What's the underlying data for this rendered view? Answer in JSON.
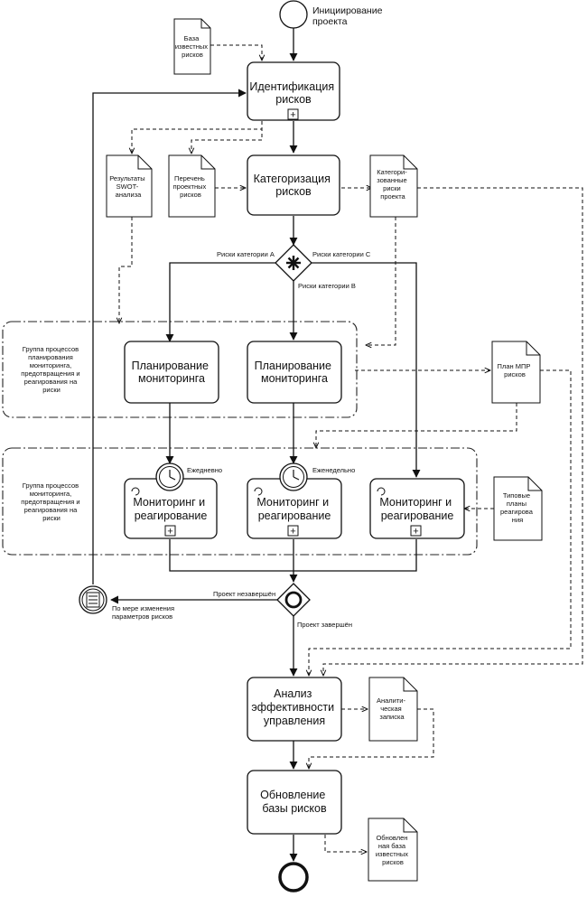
{
  "start_event": {
    "label_lines": [
      "Инициирование",
      "проекта"
    ]
  },
  "tasks": {
    "identification": {
      "lines": [
        "Идентификация",
        "рисков"
      ],
      "subprocess_marker": "+"
    },
    "categorization": {
      "lines": [
        "Категоризация",
        "рисков"
      ]
    },
    "planning_a": {
      "lines": [
        "Планирование",
        "мониторинга"
      ]
    },
    "planning_b": {
      "lines": [
        "Планирование",
        "мониторинга"
      ]
    },
    "monitor_a": {
      "lines": [
        "Мониторинг и",
        "реагирование"
      ],
      "subprocess_marker": "+"
    },
    "monitor_b": {
      "lines": [
        "Мониторинг и",
        "реагирование"
      ],
      "subprocess_marker": "+"
    },
    "monitor_c": {
      "lines": [
        "Мониторинг и",
        "реагирование"
      ],
      "subprocess_marker": "+"
    },
    "analysis": {
      "lines": [
        "Анализ",
        "эффективности",
        "управления"
      ]
    },
    "update": {
      "lines": [
        "Обновление",
        "базы рисков"
      ]
    }
  },
  "data_objects": {
    "known_risks": {
      "lines": [
        "База",
        "известных",
        "рисков"
      ]
    },
    "swot": {
      "lines": [
        "Результаты",
        "SWOT-",
        "анализа"
      ]
    },
    "project_risks": {
      "lines": [
        "Перечень",
        "проектных",
        "рисков"
      ]
    },
    "categorized": {
      "lines": [
        "Категори-",
        "зованные",
        "риски",
        "проекта"
      ]
    },
    "mpr_plan": {
      "lines": [
        "План МПР",
        "рисков"
      ]
    },
    "typical_plans": {
      "lines": [
        "Типовые",
        "планы",
        "реагирова",
        "ния"
      ]
    },
    "analytic_note": {
      "lines": [
        "Аналити-",
        "ческая",
        "записка"
      ]
    },
    "updated_base": {
      "lines": [
        "Обновлен",
        "ная база",
        "известных",
        "рисков"
      ]
    }
  },
  "groups": {
    "planning": {
      "lines": [
        "Группа процессов",
        "планирования",
        "мониторинга,",
        "предотвращения и",
        "реагирования на",
        "риски"
      ]
    },
    "monitoring": {
      "lines": [
        "Группа процессов",
        "мониторинга,",
        "предотвращения и",
        "реагирования на",
        "риски"
      ]
    }
  },
  "flow_labels": {
    "cat_a": "Риски категории A",
    "cat_b": "Риски категории B",
    "cat_c": "Риски категории C",
    "daily": "Ежедневно",
    "weekly": "Еженедельно",
    "not_finished": "Проект незавершён",
    "finished": "Проект завершён",
    "on_change": [
      "По мере изменения",
      "параметров рисков"
    ]
  }
}
